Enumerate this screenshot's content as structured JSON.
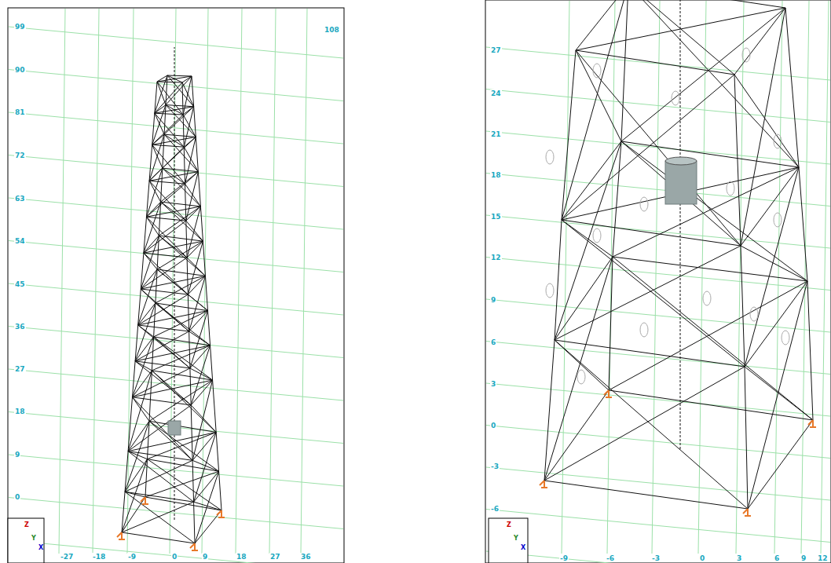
{
  "diagram": {
    "labels": [
      "99",
      "90",
      "81",
      "72",
      "63",
      "54",
      "45",
      "36",
      "27",
      "18",
      "9",
      "0",
      "108",
      "-27",
      "-18",
      "-9",
      "0",
      "9",
      "18",
      "27",
      "36",
      "Z",
      "Y",
      "X",
      "27",
      "24",
      "21",
      "18",
      "15",
      "12",
      "9",
      "6",
      "3",
      "0",
      "-3",
      "-6",
      "-9",
      "-6",
      "-3",
      "0",
      "3",
      "6",
      "9",
      "12",
      "Z",
      "Y",
      "X"
    ]
  }
}
